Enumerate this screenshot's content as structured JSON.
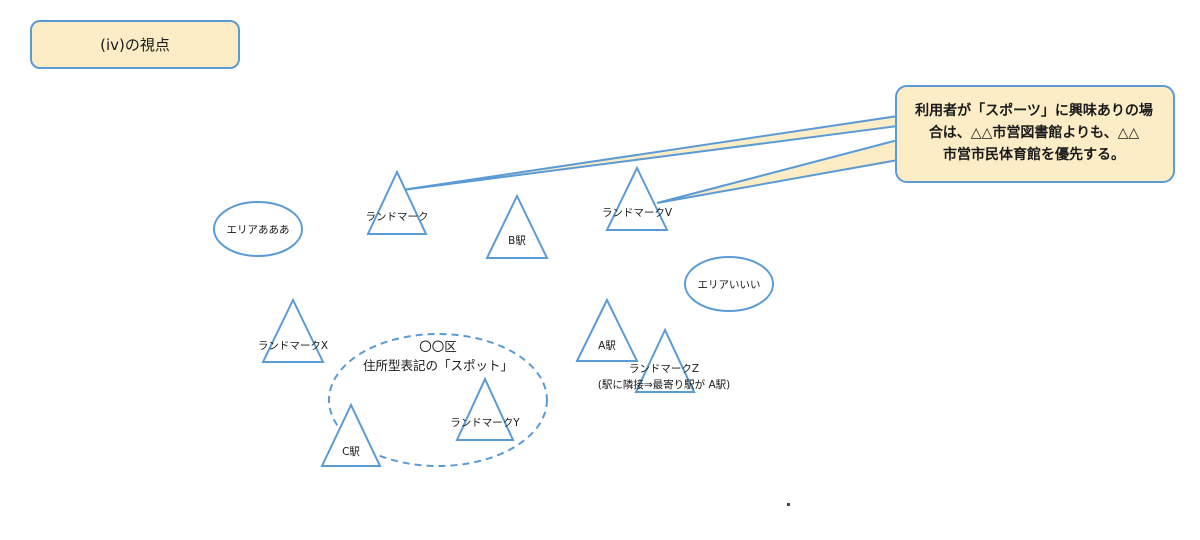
{
  "header": {
    "title": "(iv)の視点"
  },
  "callout": {
    "lines": [
      "利用者が「スポーツ」に興味ありの場",
      "合は、△△市営図書館よりも、△△",
      "市営市民体育館を優先する。"
    ]
  },
  "shapes": {
    "area_aaa": "エリアあああ",
    "area_iii": "エリアいいい",
    "landmark_main": "ランドマーク",
    "landmark_v": "ランドマークV",
    "landmark_x": "ランドマークX",
    "landmark_y": "ランドマークY",
    "landmark_z": "ランドマークZ",
    "landmark_z_note": "(駅に隣接⇒最寄り駅が A駅)",
    "station_a": "A駅",
    "station_b": "B駅",
    "station_c": "C駅",
    "district_name": "〇〇区",
    "district_note": "住所型表記の「スポット」"
  },
  "colors": {
    "stroke": "#5b9bd5",
    "callout_fill": "#fcedc6"
  }
}
